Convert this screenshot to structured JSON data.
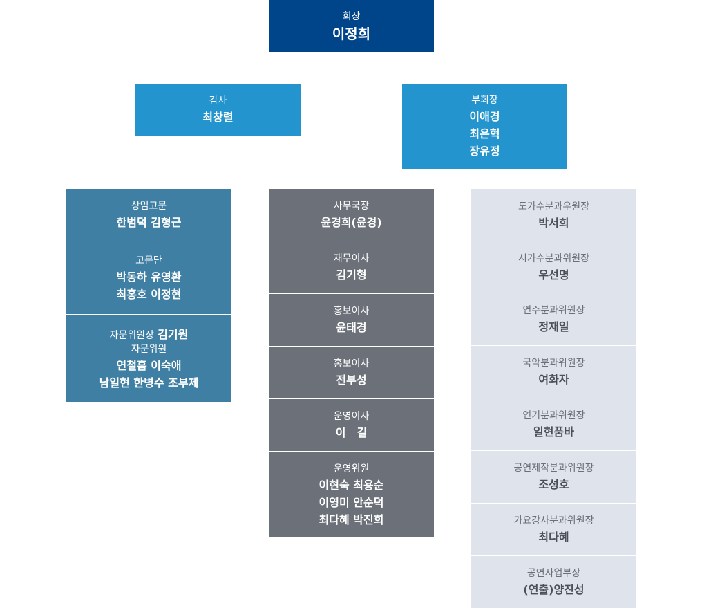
{
  "chairman": {
    "role": "회장",
    "name": "이정희"
  },
  "auditor": {
    "role": "감사",
    "name": "최창렬"
  },
  "vice": {
    "role": "부회장",
    "names": [
      "이애경",
      "최은혁",
      "장유정"
    ]
  },
  "left": {
    "advisor": {
      "role": "상임고문",
      "name": "한범덕 김형근"
    },
    "council": {
      "role": "고문단",
      "names": [
        "박동하 유영환",
        "최홍호 이정현"
      ]
    },
    "consult": {
      "head_role": "자문위원장",
      "head_name": "김기원",
      "role": "자문위원",
      "names": [
        "연철흠 이숙애",
        "남일현 한병수 조부제"
      ]
    }
  },
  "mid": [
    {
      "role": "사무국장",
      "names": [
        "윤경희(윤경)"
      ]
    },
    {
      "role": "재무이사",
      "names": [
        "김기형"
      ]
    },
    {
      "role": "홍보이사",
      "names": [
        "윤태경"
      ]
    },
    {
      "role": "홍보이사",
      "names": [
        "전부성"
      ]
    },
    {
      "role": "운영이사",
      "names": [
        "이　길"
      ]
    },
    {
      "role": "운영위원",
      "names": [
        "이현숙 최용순",
        "이영미 안순덕",
        "최다혜 박진희"
      ]
    }
  ],
  "right": [
    {
      "role": "도가수분과우원장",
      "name": "박서희"
    },
    {
      "role": "시가수분과위원장",
      "name": "우선명"
    },
    {
      "role": "연주분과위원장",
      "name": "정재일"
    },
    {
      "role": "국악분과위원장",
      "name": "여화자"
    },
    {
      "role": "연기분과위원장",
      "name": "일현품바"
    },
    {
      "role": "공연제작분과위원장",
      "name": "조성호"
    },
    {
      "role": "가요강사분과위원장",
      "name": "최다혜"
    },
    {
      "role": "공연사업부장",
      "name": "(연출)양진성"
    }
  ]
}
